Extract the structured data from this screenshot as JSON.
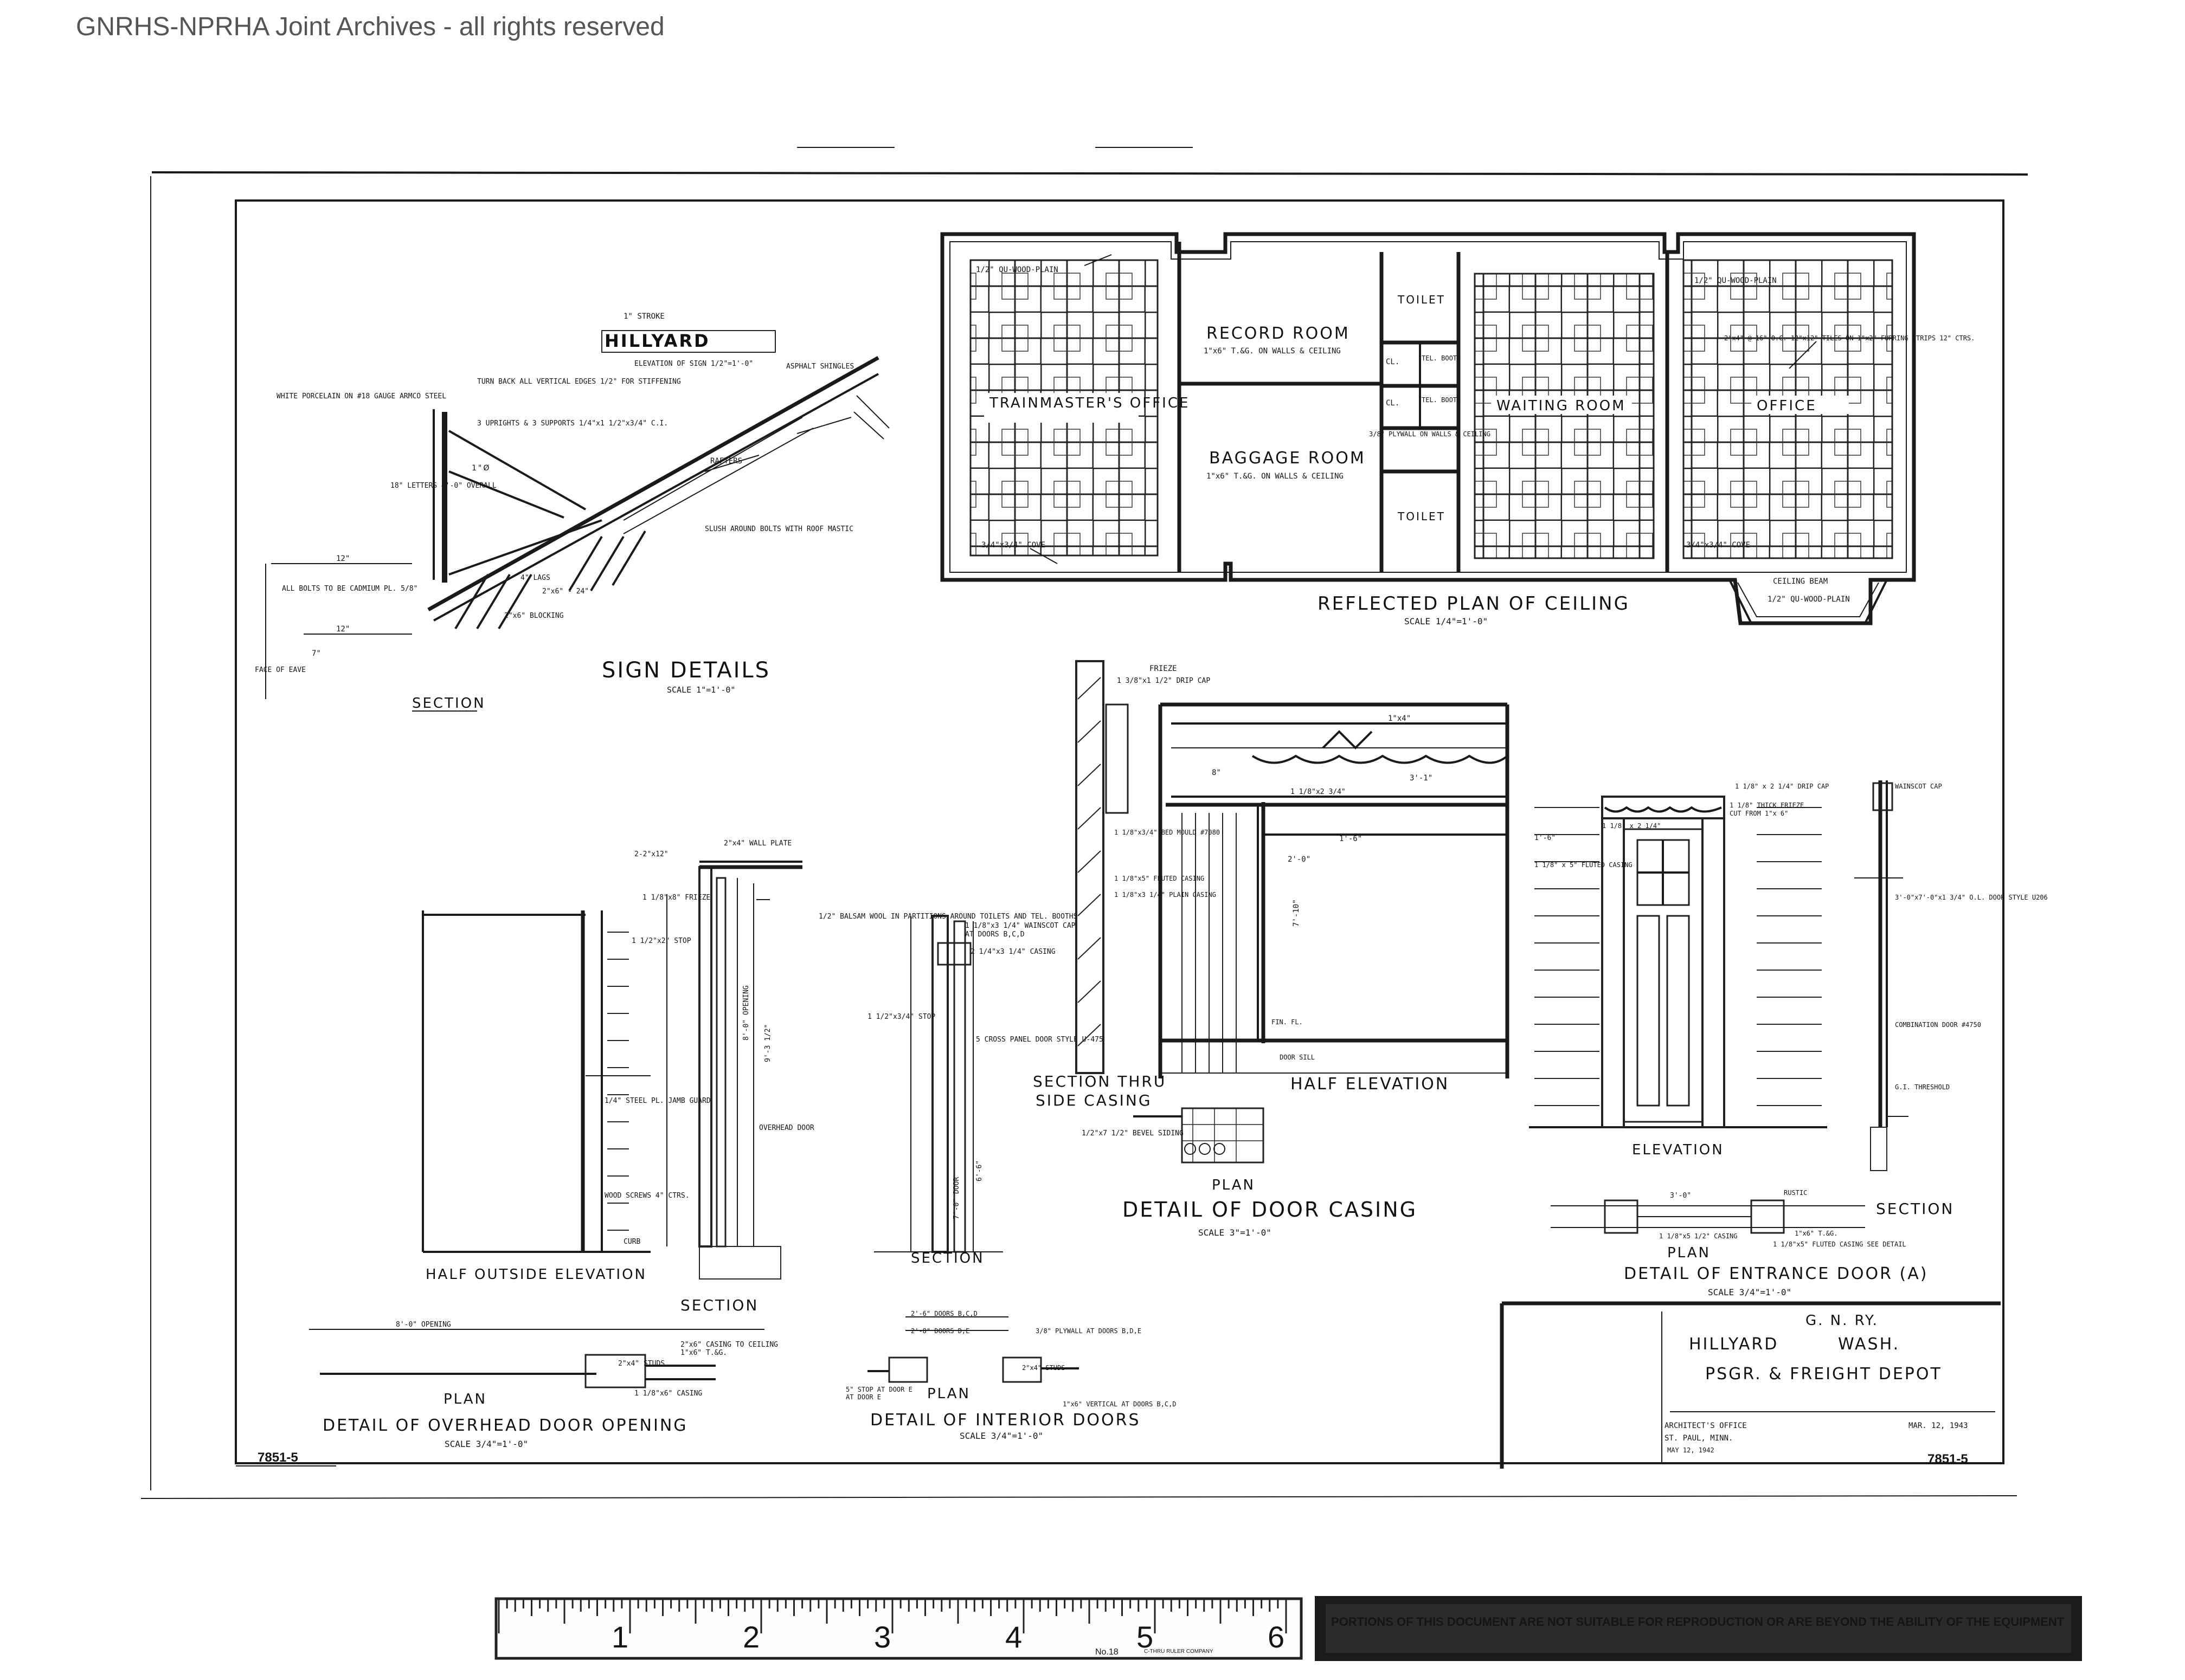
{
  "header": {
    "archive_notice": "GNRHS-NPRHA Joint Archives - all rights reserved"
  },
  "ceiling_plan": {
    "title": "REFLECTED PLAN OF CEILING",
    "scale": "SCALE 1/4\"=1'-0\"",
    "rooms": {
      "trainmaster": "TRAINMASTER'S OFFICE",
      "record": "RECORD ROOM",
      "record_note": "1\"x6\" T.&G. ON WALLS & CEILING",
      "baggage": "BAGGAGE ROOM",
      "baggage_note": "1\"x6\" T.&G. ON WALLS & CEILING",
      "toilet_top": "TOILET",
      "toilet_bottom": "TOILET",
      "cl_1": "CL.",
      "cl_2": "CL.",
      "tel_booth_1": "TEL. BOOTH",
      "tel_booth_2": "TEL. BOOTH",
      "waiting": "WAITING ROOM",
      "office": "OFFICE"
    },
    "notes": {
      "wood_plain_1": "1/2\" QU-WOOD-PLAIN",
      "wood_plain_2": "1/2\" QU-WOOD-PLAIN",
      "wood_plain_3": "1/2\" QU-WOOD-PLAIN",
      "cove_1": "3/4\"x3/4\" COVE",
      "cove_2": "3/4\"x3/4\" COVE",
      "ceiling_beam": "CEILING BEAM",
      "furring": "2\"x4\" @ 16\" O.C. 12\"x12\" TILES ON 1\"x2\" FURRING STRIPS 12\" CTRS.",
      "plywall": "3/8\" PLYWALL ON WALLS & CEILING"
    }
  },
  "sign_details": {
    "title": "SIGN DETAILS",
    "scale": "SCALE 1\"=1'-0\"",
    "sign_text": "HILLYARD",
    "stroke_note": "1\" STROKE",
    "elevation_note": "ELEVATION OF SIGN 1/2\"=1'-0\"",
    "porcelain": "WHITE PORCELAIN ON #18 GAUGE ARMCO STEEL",
    "turn_back": "TURN BACK ALL VERTICAL EDGES 1/2\" FOR STIFFENING",
    "asphalt": "ASPHALT SHINGLES",
    "uprights": "3 UPRIGHTS & 3 SUPPORTS 1/4\"x1 1/2\"x3/4\" C.I.",
    "rafters": "RAFTERS",
    "slush": "SLUSH AROUND BOLTS WITH ROOF MASTIC",
    "bolts": "ALL BOLTS TO BE CADMIUM PL. 5/8\"",
    "blocking": "2\"x6\" BLOCKING",
    "lag": "4\" LAGS",
    "member": "2\"x6\" - 24\"",
    "letters": "18\" LETTERS 4'-0\" OVERALL",
    "eave": "FACE OF EAVE",
    "dim_12a": "12\"",
    "dim_12b": "12\"",
    "dim_7": "7\"",
    "section": "SECTION"
  },
  "overhead_door": {
    "title": "DETAIL OF OVERHEAD DOOR OPENING",
    "scale": "SCALE 3/4\"=1'-0\"",
    "half_elevation": "HALF OUTSIDE ELEVATION",
    "section": "SECTION",
    "plan": "PLAN",
    "wall_plate": "2\"x4\" WALL PLATE",
    "header": "2-2\"x12\"",
    "frieze": "1 1/8\"x8\" FRIEZE",
    "stop": "1 1/2\"x2\" STOP",
    "opening_h": "9'-3 1/2\"",
    "opening_h2": "8'-0\" OPENING",
    "jamb_guard": "1/4\" STEEL PL. JAMB GUARD",
    "screws": "WOOD SCREWS 4\" CTRS.",
    "overhead_door": "OVERHEAD DOOR",
    "curb": "CURB",
    "opening_w": "8'-0\" OPENING",
    "casing_ceiling": "2\"x6\" CASING TO CEILING",
    "tg": "1\"x6\" T.&G.",
    "studs": "2\"x4\" STUDS",
    "casing": "1 1/8\"x6\" CASING"
  },
  "interior_doors": {
    "title": "DETAIL OF INTERIOR DOORS",
    "scale": "SCALE 3/4\"=1'-0\"",
    "section": "SECTION",
    "plan": "PLAN",
    "balsam": "1/2\" BALSAM WOOL IN PARTITIONS AROUND TOILETS AND TEL. BOOTHS",
    "wainscot": "1 1/8\"x3 1/4\" WAINSCOT CAP",
    "doors_bcd": "AT DOORS B,C,D",
    "casing_doors": "2 1/4\"x3 1/4\" CASING",
    "stop": "1 1/2\"x3/4\" STOP",
    "panel_door": "5 CROSS PANEL DOOR STYLE U-475",
    "door_ht": "7'-0\" DOOR",
    "dim_66": "6'-6\"",
    "doors_bcd2": "2'-6\" DOORS B,C,D",
    "doors_de": "2'-8\" DOORS D,E",
    "plywall": "3/8\" PLYWALL AT DOORS B,D,E",
    "studs": "2\"x4\" STUDS",
    "vertical": "1\"x6\" VERTICAL AT DOORS B,C,D",
    "stop_e": "5\" STOP AT DOOR E",
    "stop_e2": "AT DOOR E"
  },
  "door_casing": {
    "title": "DETAIL OF DOOR CASING",
    "scale": "SCALE 3\"=1'-0\"",
    "frieze": "FRIEZE",
    "drip_cap": "1 3/8\"x1 1/2\" DRIP CAP",
    "dim_8": "8\"",
    "dim_1x4": "1\"x4\"",
    "dim_31": "3'-1\"",
    "dim_1x2": "1 1/8\"x2 3/4\"",
    "bed_mould": "1 1/8\"x3/4\" BED MOULD #7080",
    "fluted": "1 1/8\"x5\" FLUTED CASING",
    "plain": "1 1/8\"x3 1/4\" PLAIN CASING",
    "dim_16": "1'-6\"",
    "dim_20": "2'-0\"",
    "dim_710": "7'-10\"",
    "fin_fl": "FIN. FL.",
    "door_sill": "DOOR SILL",
    "half_elevation": "HALF ELEVATION",
    "section_thru": "SECTION THRU",
    "side_casing": "SIDE CASING",
    "bevel": "1/2\"x7 1/2\" BEVEL SIDING",
    "plan": "PLAN"
  },
  "entrance_door": {
    "title": "DETAIL OF ENTRANCE DOOR (A)",
    "scale": "SCALE 3/4\"=1'-0\"",
    "elevation": "ELEVATION",
    "section": "SECTION",
    "plan": "PLAN",
    "drip_cap": "1 1/8\" x 2 1/4\" DRIP CAP",
    "frieze": "1 1/8\" THICK FRIEZE",
    "cut_from": "CUT FROM 1\"x 6\"",
    "size": "1 1/8\" x 2 1/4\"",
    "fluted": "1 1/8\" x 5\" FLUTED CASING",
    "dim_16": "1'-6\"",
    "wainscot": "WAINSCOT CAP",
    "door_spec": "3'-0\"x7'-0\"x1 3/4\" O.L. DOOR STYLE U206",
    "combination": "COMBINATION DOOR #4750",
    "threshold": "G.I. THRESHOLD",
    "dim_30": "3'-0\"",
    "rustic": "RUSTIC",
    "tg": "1\"x6\" T.&G.",
    "casing_plan": "1 1/8\"x5 1/2\" CASING",
    "fluted_plan": "1 1/8\"x5\" FLUTED CASING SEE DETAIL"
  },
  "title_block": {
    "railroad": "G. N. RY.",
    "station": "HILLYARD",
    "state": "WASH.",
    "building": "PSGR. & FREIGHT DEPOT",
    "office": "ARCHITECT'S OFFICE",
    "city": "ST. PAUL, MINN.",
    "date": "MAY 12, 1942",
    "date2": "MAR. 12, 1943",
    "sheet": "7851-5"
  },
  "sheet_number_left": "7851-5",
  "ruler": {
    "ticks": [
      "1",
      "2",
      "3",
      "4",
      "5",
      "6"
    ],
    "label": "No.18",
    "maker": "C-THRU RULER COMPANY"
  },
  "edge_notice": "PORTIONS OF THIS DOCUMENT ARE NOT SUITABLE FOR REPRODUCTION OR ARE BEYOND THE ABILITY OF THE EQUIPMENT"
}
